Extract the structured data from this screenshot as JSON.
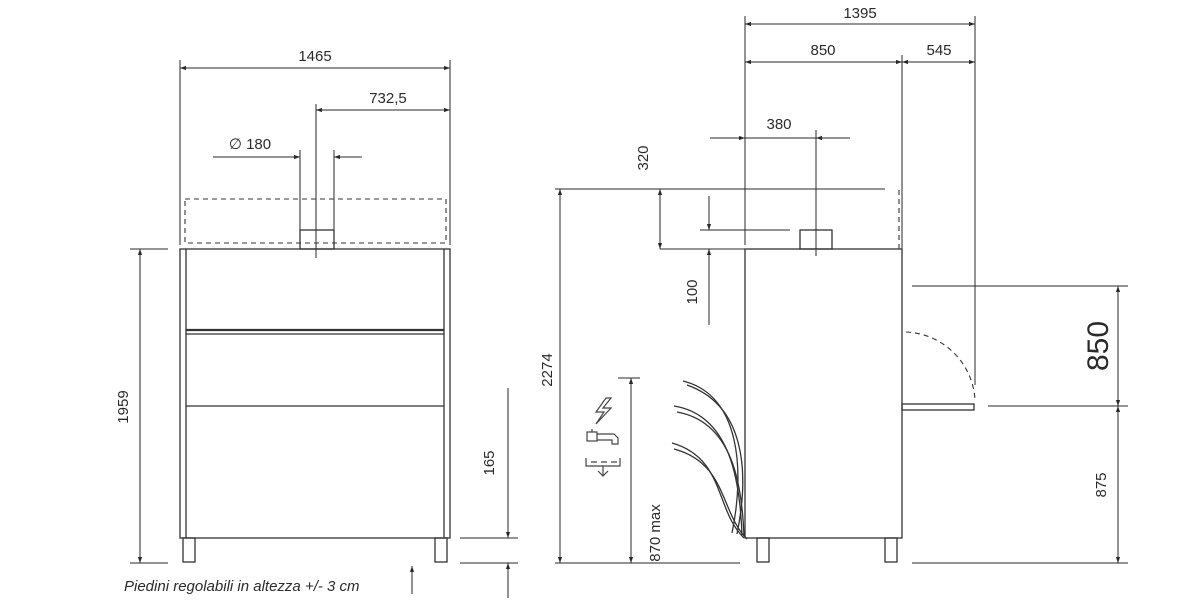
{
  "front_view": {
    "width": "1465",
    "half_width": "732,5",
    "flue_diameter": "∅ 180",
    "height": "1959",
    "feet_height": "165"
  },
  "side_view": {
    "total_depth": "1395",
    "body_depth": "850",
    "door_clearance": "545",
    "flue_offset": "380",
    "flue_clearance": "320",
    "flue_height": "100",
    "total_height": "2274",
    "connection_height": "870 max",
    "door_opening": "850",
    "door_base_height": "875"
  },
  "note": "Piedini regolabili in altezza +/- 3 cm",
  "icons": [
    "electric-icon",
    "water-tap-icon",
    "drain-icon"
  ]
}
